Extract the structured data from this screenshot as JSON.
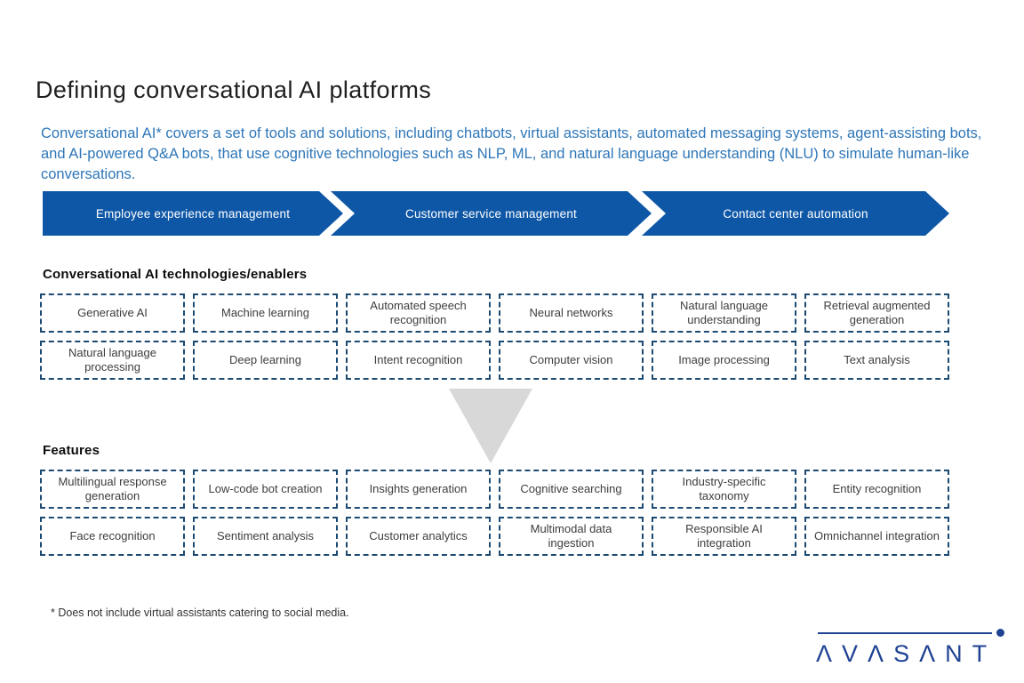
{
  "page": {
    "title": "Defining conversational AI platforms",
    "intro": "Conversational AI* covers a set of tools and solutions, including chatbots, virtual assistants, automated messaging systems, agent-assisting bots, and AI-powered Q&A bots, that use cognitive technologies such as NLP, ML, and natural language understanding (NLU) to simulate human-like conversations.",
    "footnote": "* Does not include virtual assistants catering to social media."
  },
  "arrows": [
    {
      "label": "Employee experience management"
    },
    {
      "label": "Customer service management"
    },
    {
      "label": "Contact center automation"
    }
  ],
  "technologies": {
    "heading": "Conversational AI technologies/enablers",
    "items": [
      "Generative AI",
      "Machine learning",
      "Automated speech recognition",
      "Neural networks",
      "Natural language understanding",
      "Retrieval augmented generation",
      "Natural language processing",
      "Deep learning",
      "Intent recognition",
      "Computer vision",
      "Image processing",
      "Text analysis"
    ]
  },
  "features": {
    "heading": "Features",
    "items": [
      "Multilingual response generation",
      "Low-code bot creation",
      "Insights generation",
      "Cognitive searching",
      "Industry-specific taxonomy",
      "Entity recognition",
      "Face recognition",
      "Sentiment analysis",
      "Customer analytics",
      "Multimodal data ingestion",
      "Responsible AI integration",
      "Omnichannel integration"
    ]
  },
  "logo": {
    "text": "AVASANT",
    "display": "ΛVΛSΛNT"
  },
  "colors": {
    "arrow_blue": "#0e57a6",
    "intro_blue": "#2e76b7",
    "box_border": "#1b4a73",
    "triangle_gray": "#d8d8d8",
    "logo_blue": "#1f4293"
  }
}
